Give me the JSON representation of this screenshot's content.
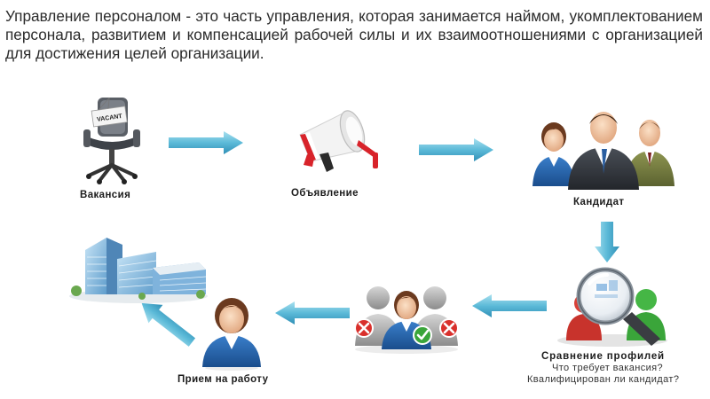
{
  "intro_text": "Управление персоналом - это часть управления, которая занимается наймом, укомплектованием персонала, развитием и компенсацией рабочей силы и их взаимоотношениями с организацией для достижения целей организации.",
  "steps": {
    "vacancy": {
      "label": "Вакансия",
      "sign_text": "VACANT",
      "icon": "office-chair-icon"
    },
    "announcement": {
      "label": "Объявление",
      "icon": "megaphone-icon"
    },
    "candidate": {
      "label": "Кандидат",
      "icon": "people-group-icon"
    },
    "comparison": {
      "label": "Сравнение профилей",
      "sub1": "Что требует вакансия?",
      "sub2": "Квалифицирован ли кандидат?",
      "icon": "magnifier-icon"
    },
    "selection": {
      "label": "",
      "icon": "people-accept-reject-icon"
    },
    "hiring": {
      "label": "Прием на работу",
      "icon": "employee-icon"
    },
    "organization": {
      "label": "",
      "icon": "office-building-icon"
    }
  },
  "colors": {
    "arrow": "#6cc3dc",
    "arrow_dark": "#2f9ec2",
    "megaphone_red": "#d8232a",
    "check_green": "#3aa53a",
    "reject_red": "#d9302c",
    "suit_blue": "#1f5fa8"
  }
}
